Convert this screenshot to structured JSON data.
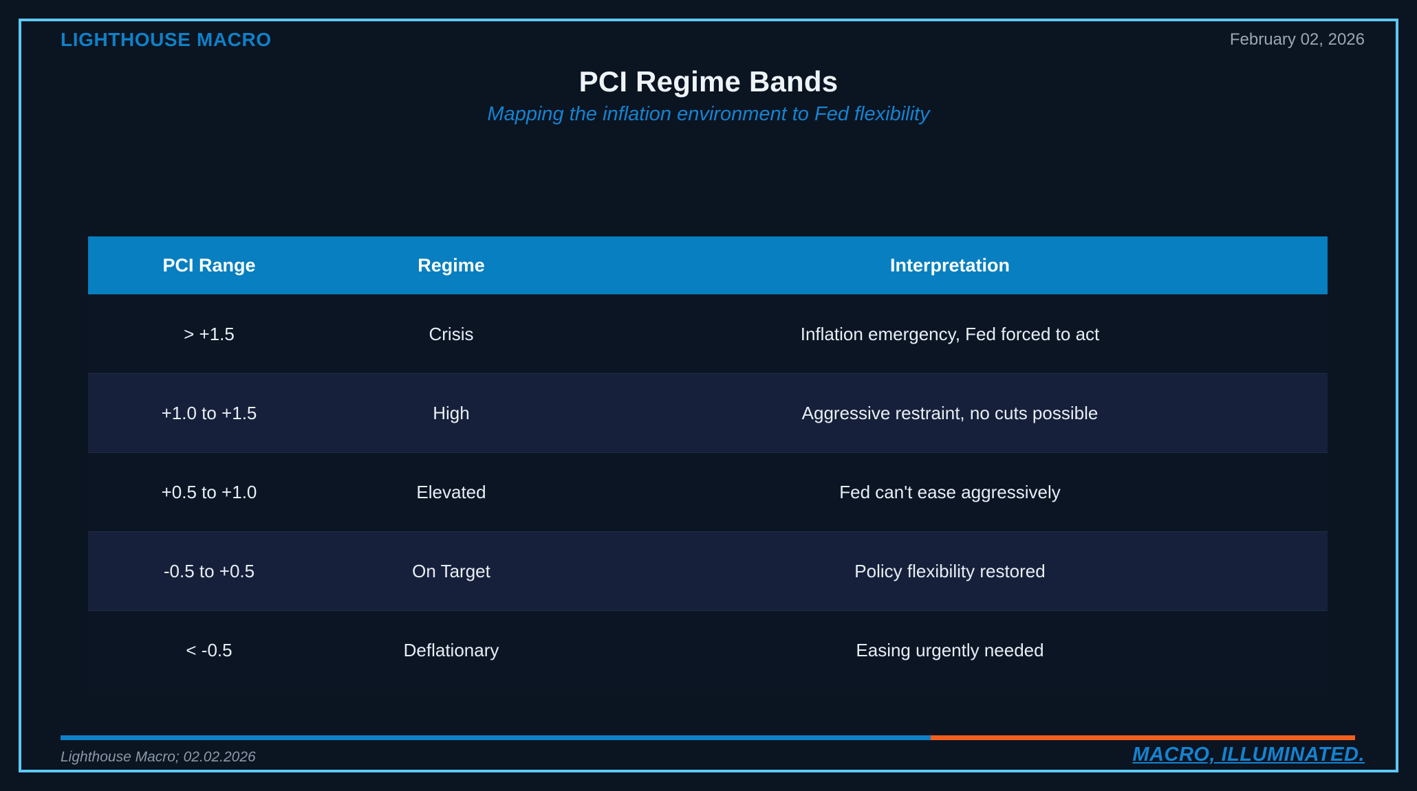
{
  "header": {
    "brand": "LIGHTHOUSE MACRO",
    "date": "February 02, 2026",
    "title": "PCI Regime Bands",
    "subtitle": "Mapping the inflation environment to Fed flexibility"
  },
  "colors": {
    "page_background": "#0b1421",
    "frame_border": "#5cc8f7",
    "accent_blue": "#0f81c7",
    "header_blue": "#077fc0",
    "accent_orange": "#f1601f",
    "row_odd": "#0b1524",
    "row_even": "#16203a",
    "text_primary": "#e8eef5",
    "text_muted": "#9aa7b4"
  },
  "chart_data": {
    "type": "table",
    "title": "PCI Regime Bands",
    "subtitle": "Mapping the inflation environment to Fed flexibility",
    "columns": [
      "PCI Range",
      "Regime",
      "Interpretation"
    ],
    "rows": [
      [
        "> +1.5",
        "Crisis",
        "Inflation emergency, Fed forced to act"
      ],
      [
        "+1.0 to +1.5",
        "High",
        "Aggressive restraint, no cuts possible"
      ],
      [
        "+0.5 to +1.0",
        "Elevated",
        "Fed can't ease aggressively"
      ],
      [
        "-0.5 to +0.5",
        "On Target",
        "Policy flexibility restored"
      ],
      [
        "< -0.5",
        "Deflationary",
        "Easing urgently needed"
      ]
    ]
  },
  "table": {
    "headers": {
      "range": "PCI Range",
      "regime": "Regime",
      "interpretation": "Interpretation"
    },
    "rows": [
      {
        "range": "> +1.5",
        "regime": "Crisis",
        "interpretation": "Inflation emergency, Fed forced to act"
      },
      {
        "range": "+1.0 to +1.5",
        "regime": "High",
        "interpretation": "Aggressive restraint, no cuts possible"
      },
      {
        "range": "+0.5 to +1.0",
        "regime": "Elevated",
        "interpretation": "Fed can't ease aggressively"
      },
      {
        "range": "-0.5 to +0.5",
        "regime": "On Target",
        "interpretation": "Policy flexibility restored"
      },
      {
        "range": "< -0.5",
        "regime": "Deflationary",
        "interpretation": "Easing urgently needed"
      }
    ]
  },
  "footer": {
    "source": "Lighthouse Macro; 02.02.2026",
    "tagline": "MACRO, ILLUMINATED."
  }
}
